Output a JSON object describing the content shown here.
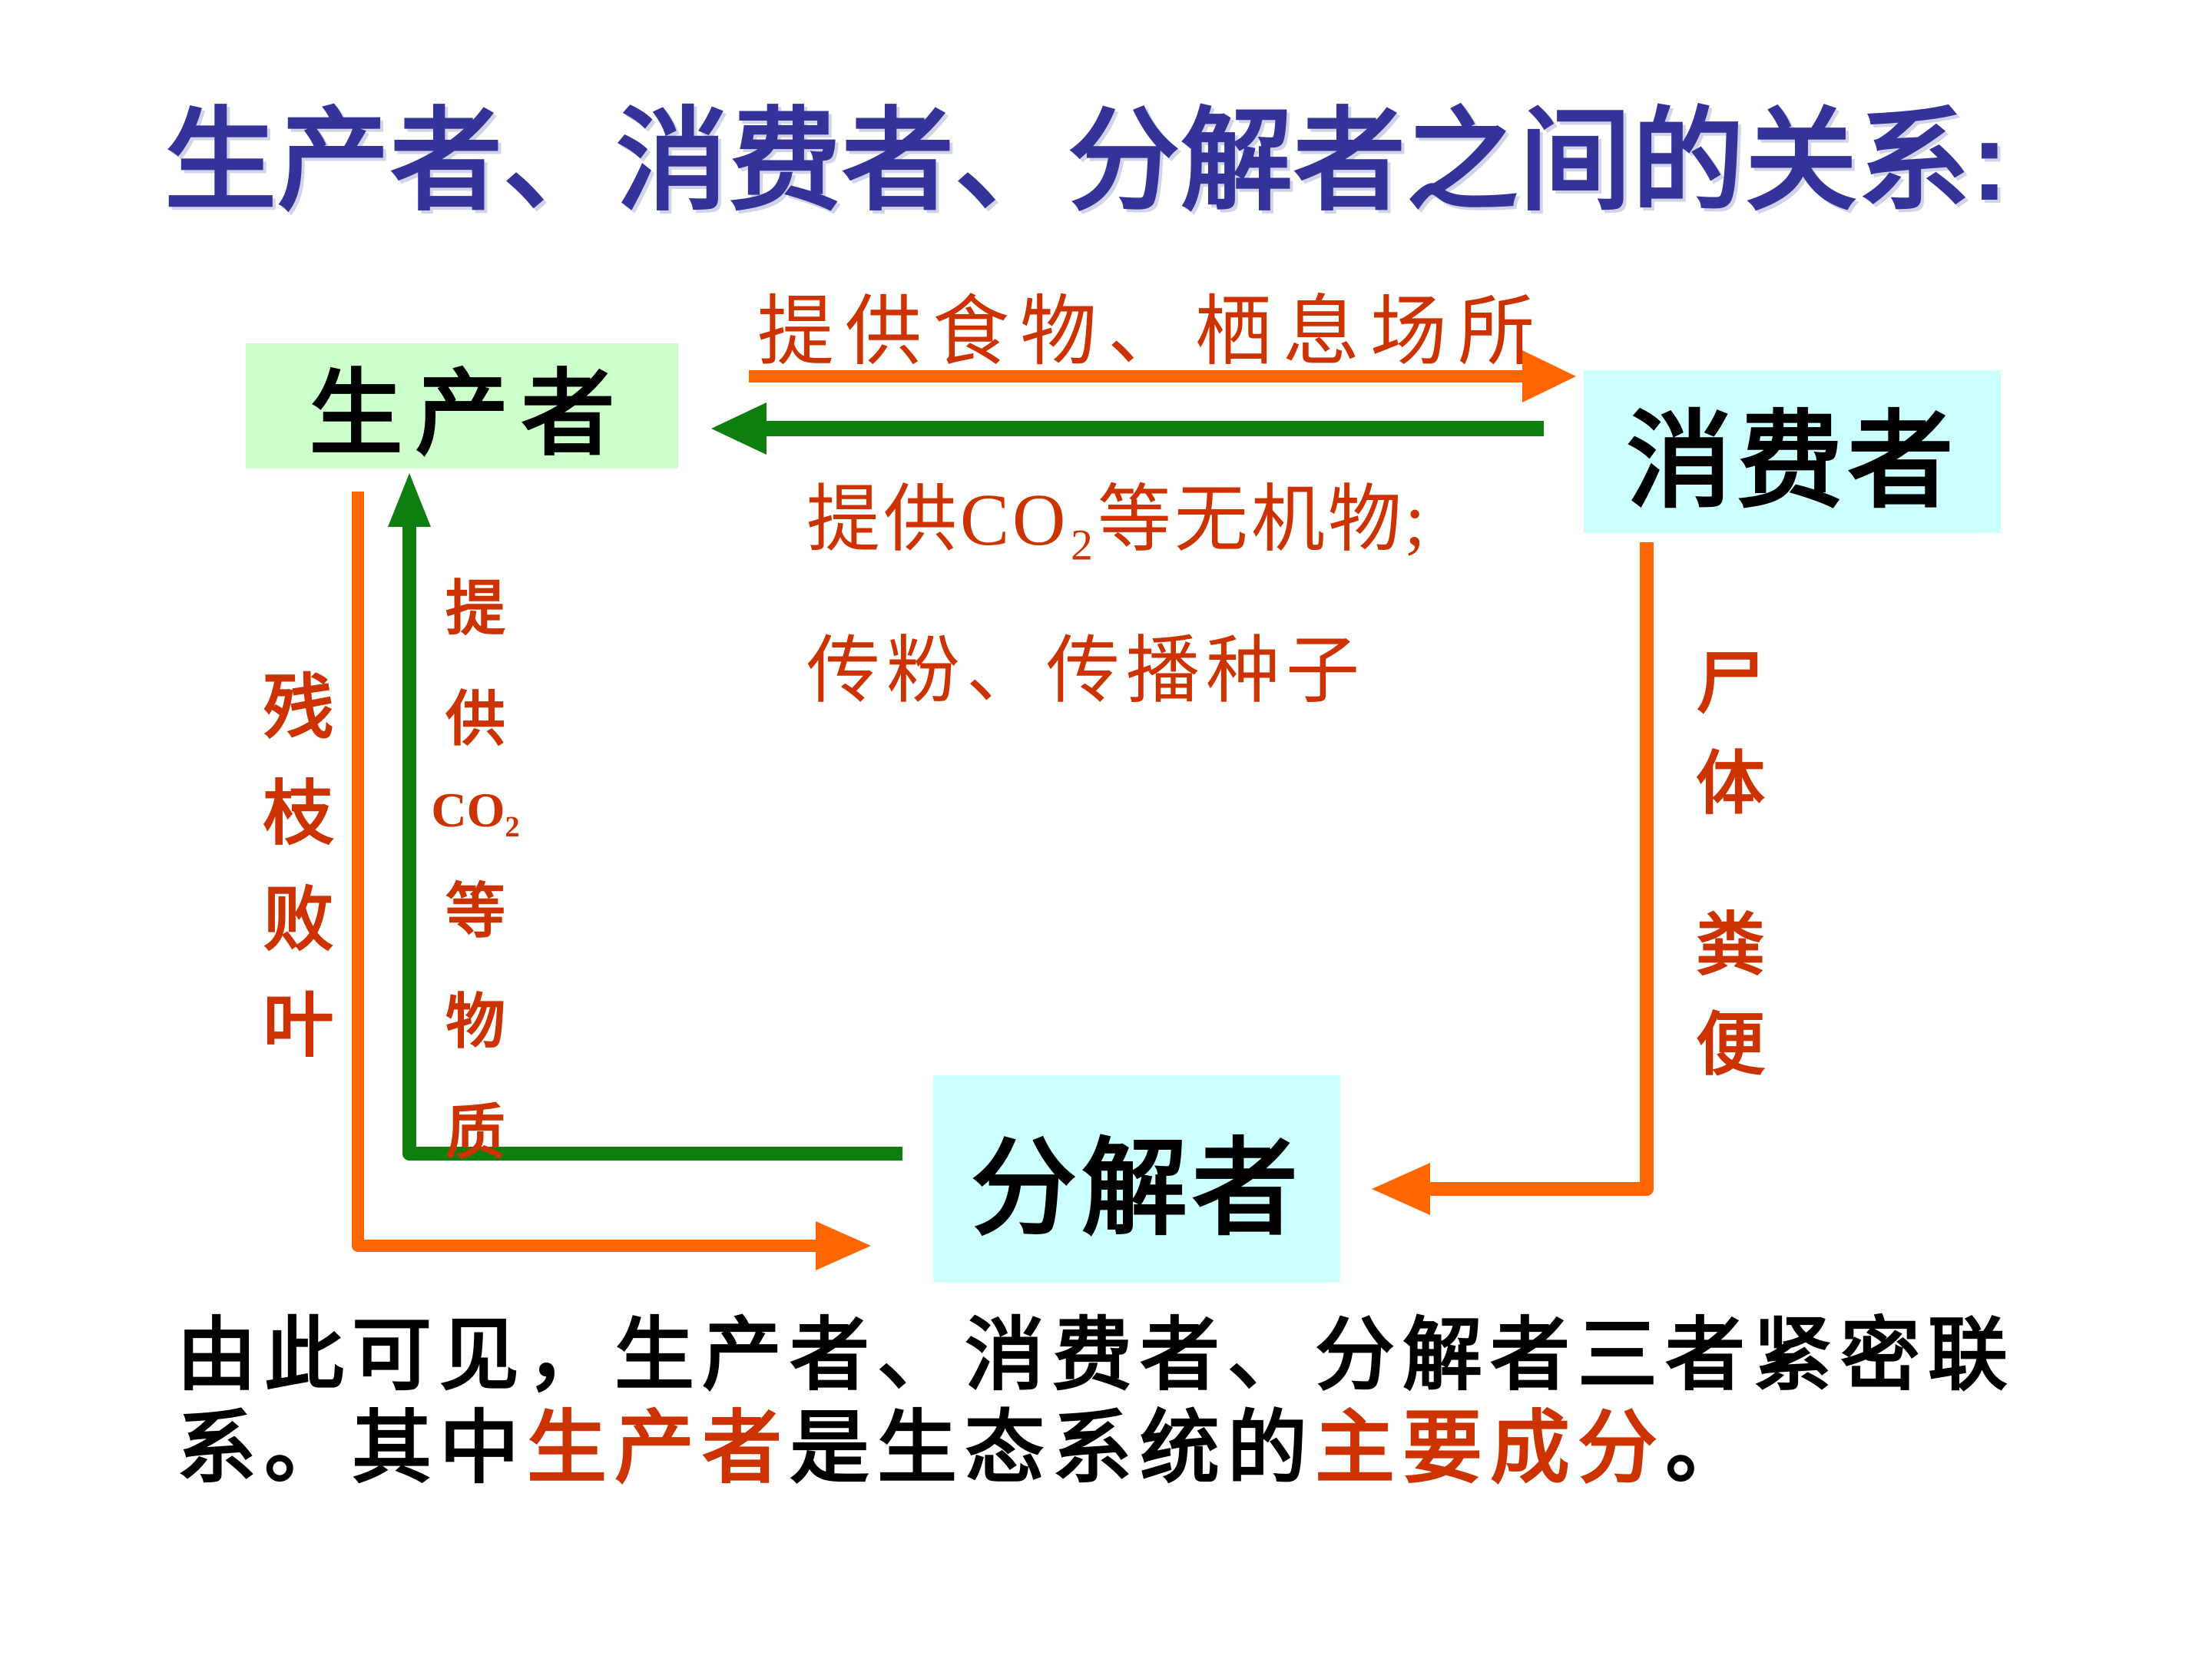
{
  "title": "生产者、消费者、分解者之间的关系:",
  "boxes": {
    "producer": "生产者",
    "consumer": "消费者",
    "decomposer": "分解者"
  },
  "arrow_labels": {
    "food_habitat": "提供食物、栖息场所",
    "co2_inorganic_line1": "提供CO₂等无机物;",
    "co2_inorganic_line2": "传粉、传播种子",
    "debris_vertical": "残枝败叶",
    "co2_vertical_chars": [
      "提",
      "供",
      "CO₂",
      "等",
      "物",
      "质"
    ],
    "corpse_vertical": "尸体",
    "feces_vertical": "粪便"
  },
  "paragraph": {
    "line1": "由此可见，生产者、消费者、分解者三者紧密联",
    "line2_pre": "系。其中",
    "line2_producer": "生产者",
    "line2_mid": "是生态系统的",
    "line2_highlight": "主要成分",
    "line2_end": "。"
  },
  "colors": {
    "title_blue": "#333399",
    "arrow_orange": "#FF6600",
    "arrow_green": "#0E7E0E",
    "annotation_red": "#CC3300",
    "producer_box_bg": "#CCFFCC",
    "consumer_decomposer_box_bg": "#CCFFFF",
    "body_text": "#000000"
  }
}
